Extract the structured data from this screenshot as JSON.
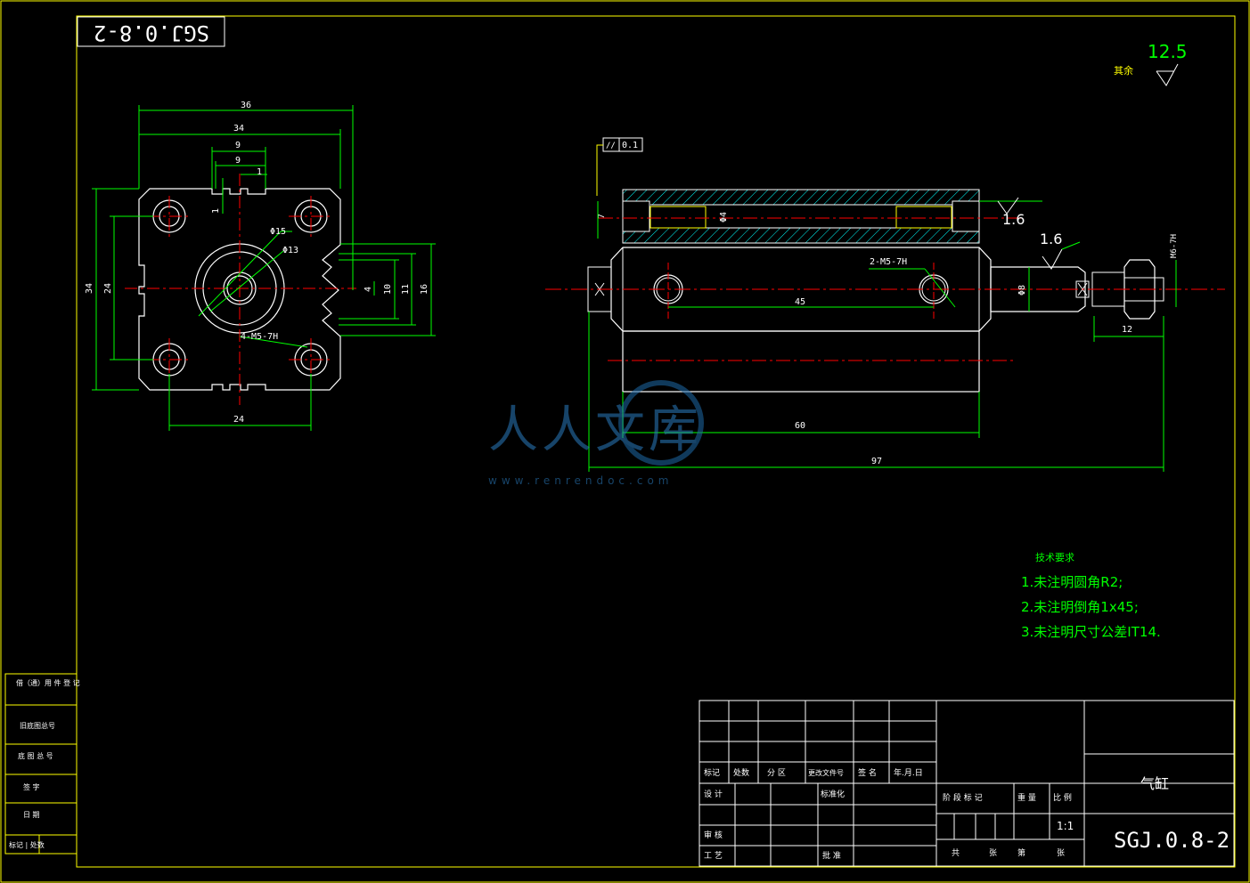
{
  "drawing_code_mirrored": "SGJ.0.8-2",
  "roughness": {
    "prefix": "其余",
    "value": "12.5"
  },
  "front_view": {
    "dims": {
      "w36": "36",
      "w34": "34",
      "w9a": "9",
      "w9b": "9",
      "w1a": "1",
      "h1": "1",
      "phi15": "Φ15",
      "phi13": "Φ13",
      "h34": "34",
      "h24": "24",
      "h4": "4",
      "h10": "10",
      "h11": "11",
      "h16": "16",
      "thread": "4-M5-7H",
      "bottom24": "24"
    }
  },
  "side_view": {
    "tolerance_symbol": "//",
    "tolerance_value": "0.1",
    "dim7": "7",
    "phi4": "Φ4",
    "rough1": "1.6",
    "rough2": "1.6",
    "thread_holes": "2-M5-7H",
    "d45": "45",
    "phi8": "Φ8",
    "m6": "M6-7H",
    "d12": "12",
    "d60": "60",
    "d97": "97"
  },
  "watermark": {
    "cn": "人人文库",
    "url": "www.renrendoc.com"
  },
  "tech_req": {
    "title": "技术要求",
    "items": [
      "1.未注明圆角R2;",
      "2.未注明倒角1x45;",
      "3.未注明尺寸公差IT14."
    ]
  },
  "side_table": {
    "rows": [
      "借（通）用\n件 登 记",
      "旧底图总号",
      "底 图 总 号",
      "签   字",
      "日   期",
      "标记 | 处数"
    ]
  },
  "title_block": {
    "rev_headers": [
      "标记",
      "处数",
      "分 区",
      "更改文件号",
      "签 名",
      "年.月.日"
    ],
    "design": "设 计",
    "standard": "标准化",
    "review": "审 核",
    "process": "工 艺",
    "approve": "批 准",
    "stage_headers": [
      "阶 段 标 记",
      "重 量",
      "比 例"
    ],
    "scale": "1:1",
    "sheets": [
      "共",
      "张",
      "第",
      "张"
    ],
    "part_name": "气缸",
    "drawing_no": "SGJ.0.8-2"
  },
  "colors": {
    "frame": "#ffff00",
    "outline": "#ffffff",
    "dimension": "#00ff00",
    "center": "#ff0000",
    "hatch": "#00ffff",
    "note": "#00ff00"
  }
}
